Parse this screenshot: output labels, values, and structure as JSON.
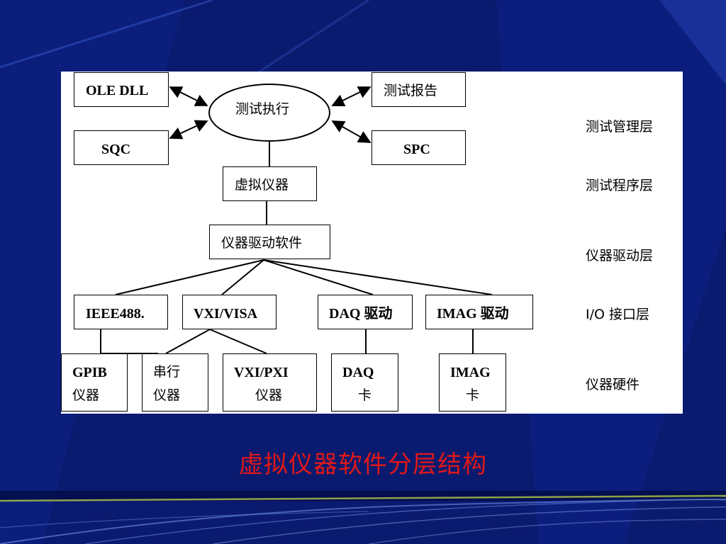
{
  "slide": {
    "title": "虚拟仪器软件分层结构",
    "colors": {
      "background": "#0a1a6e",
      "title": "#e01818",
      "panel": "#ffffff"
    }
  },
  "diagram": {
    "nodes": {
      "ole_dll": "OLE DLL",
      "sqc": "SQC",
      "test_exec": "测试执行",
      "test_report": "测试报告",
      "spc": "SPC",
      "virtual_instrument": "虚拟仪器",
      "driver_software": "仪器驱动软件",
      "ieee488": "IEEE488.",
      "vxi_visa": "VXI/VISA",
      "daq_driver": "DAQ 驱动",
      "imag_driver": "IMAG 驱动",
      "gpib_line1": "GPIB",
      "gpib_line2": "仪器",
      "serial_line1": "串行",
      "serial_line2": "仪器",
      "vxipxi_line1": "VXI/PXI",
      "vxipxi_line2": "仪器",
      "daq_line1": "DAQ",
      "daq_line2": "卡",
      "imag_line1": "IMAG",
      "imag_line2": "卡"
    },
    "layers": {
      "management": "测试管理层",
      "program": "测试程序层",
      "driver": "仪器驱动层",
      "io": "I/O 接口层",
      "hardware": "仪器硬件"
    }
  }
}
